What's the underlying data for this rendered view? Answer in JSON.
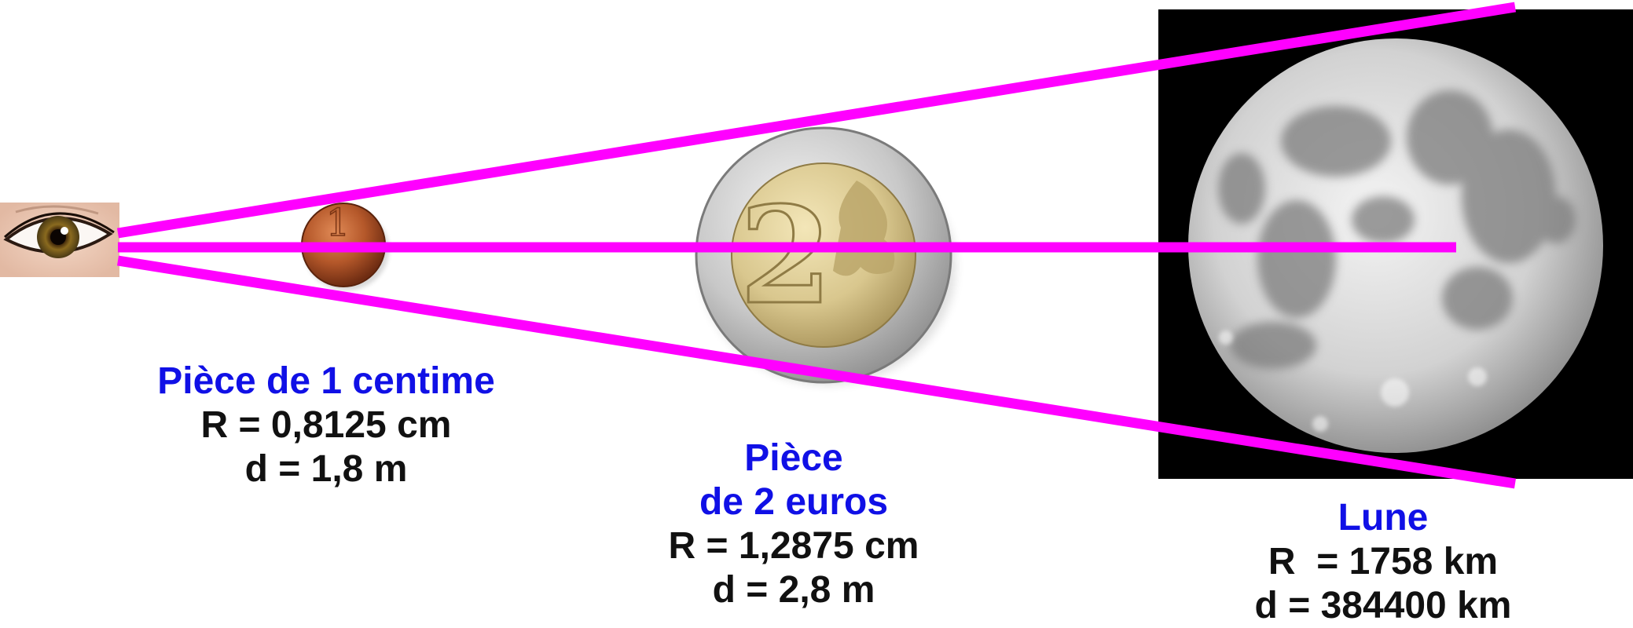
{
  "colors": {
    "sight_lines": "#ff00ff",
    "title_text": "#1010e6",
    "value_text": "#111111",
    "moon_background": "#000000"
  },
  "objects": {
    "cent": {
      "title": "Pièce de 1 centime",
      "radius": "R = 0,8125 cm",
      "distance": "d = 1,8 m"
    },
    "euro": {
      "title_line1": "Pièce",
      "title_line2": "de 2 euros",
      "radius": "R = 1,2875 cm",
      "distance": "d = 2,8 m"
    },
    "moon": {
      "title": "Lune",
      "radius": "R  = 1758 km",
      "distance": "d = 384400 km"
    }
  },
  "icons": [
    "eye-icon",
    "one-cent-coin-icon",
    "two-euro-coin-icon",
    "full-moon-icon"
  ]
}
